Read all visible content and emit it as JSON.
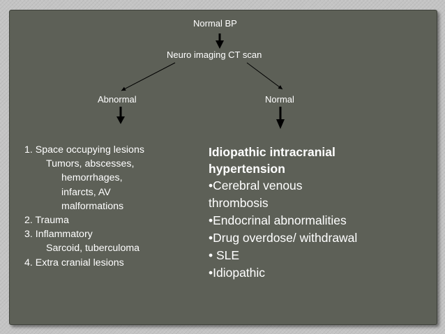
{
  "nodes": {
    "normal_bp": "Normal BP",
    "neuro_imaging": "Neuro imaging CT scan",
    "abnormal": "Abnormal",
    "normal": "Normal"
  },
  "abnormal_list": [
    "1.  Space occupying lesions",
    "Tumors, abscesses,",
    "hemorrhages,",
    "infarcts, AV",
    "malformations",
    "2.  Trauma",
    "3.  Inflammatory",
    "Sarcoid, tuberculoma",
    "4.  Extra cranial lesions"
  ],
  "normal_list": {
    "heading_line1": "Idiopathic intracranial",
    "heading_line2": "hypertension",
    "items": [
      "•Cerebral venous",
      "thrombosis",
      "•Endocrinal abnormalities",
      "•Drug overdose/ withdrawal",
      "• SLE",
      "•Idiopathic"
    ]
  },
  "colors": {
    "slide_bg": "#5d6057",
    "text": "#ffffff",
    "arrows": "#000000"
  }
}
